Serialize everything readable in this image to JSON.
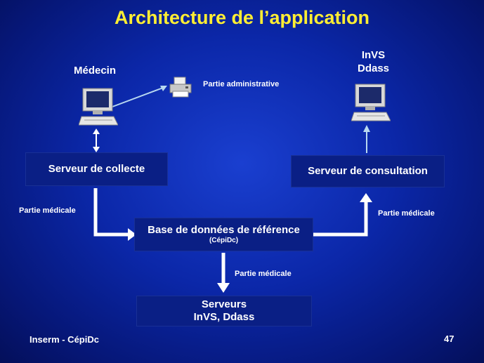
{
  "title": "Architecture de l’application",
  "actors": {
    "medecin": "Médecin",
    "invs_line1": "InVS",
    "invs_line2": "Ddass"
  },
  "annotations": {
    "partie_admin": "Partie administrative",
    "partie_med_left": "Partie médicale",
    "partie_med_right": "Partie médicale",
    "partie_med_bottom": "Partie médicale"
  },
  "boxes": {
    "collecte": "Serveur de collecte",
    "consultation": "Serveur de consultation",
    "reference_title": "Base de données de référence",
    "reference_sub": "(CépiDc)",
    "serveurs_line1": "Serveurs",
    "serveurs_line2": "InVS, Ddass"
  },
  "footer": {
    "org": "Inserm - CépiDc",
    "page": "47"
  },
  "colors": {
    "title": "#ffee33",
    "arrow_white": "#ffffff",
    "arrow_light": "#b8d8f0"
  }
}
